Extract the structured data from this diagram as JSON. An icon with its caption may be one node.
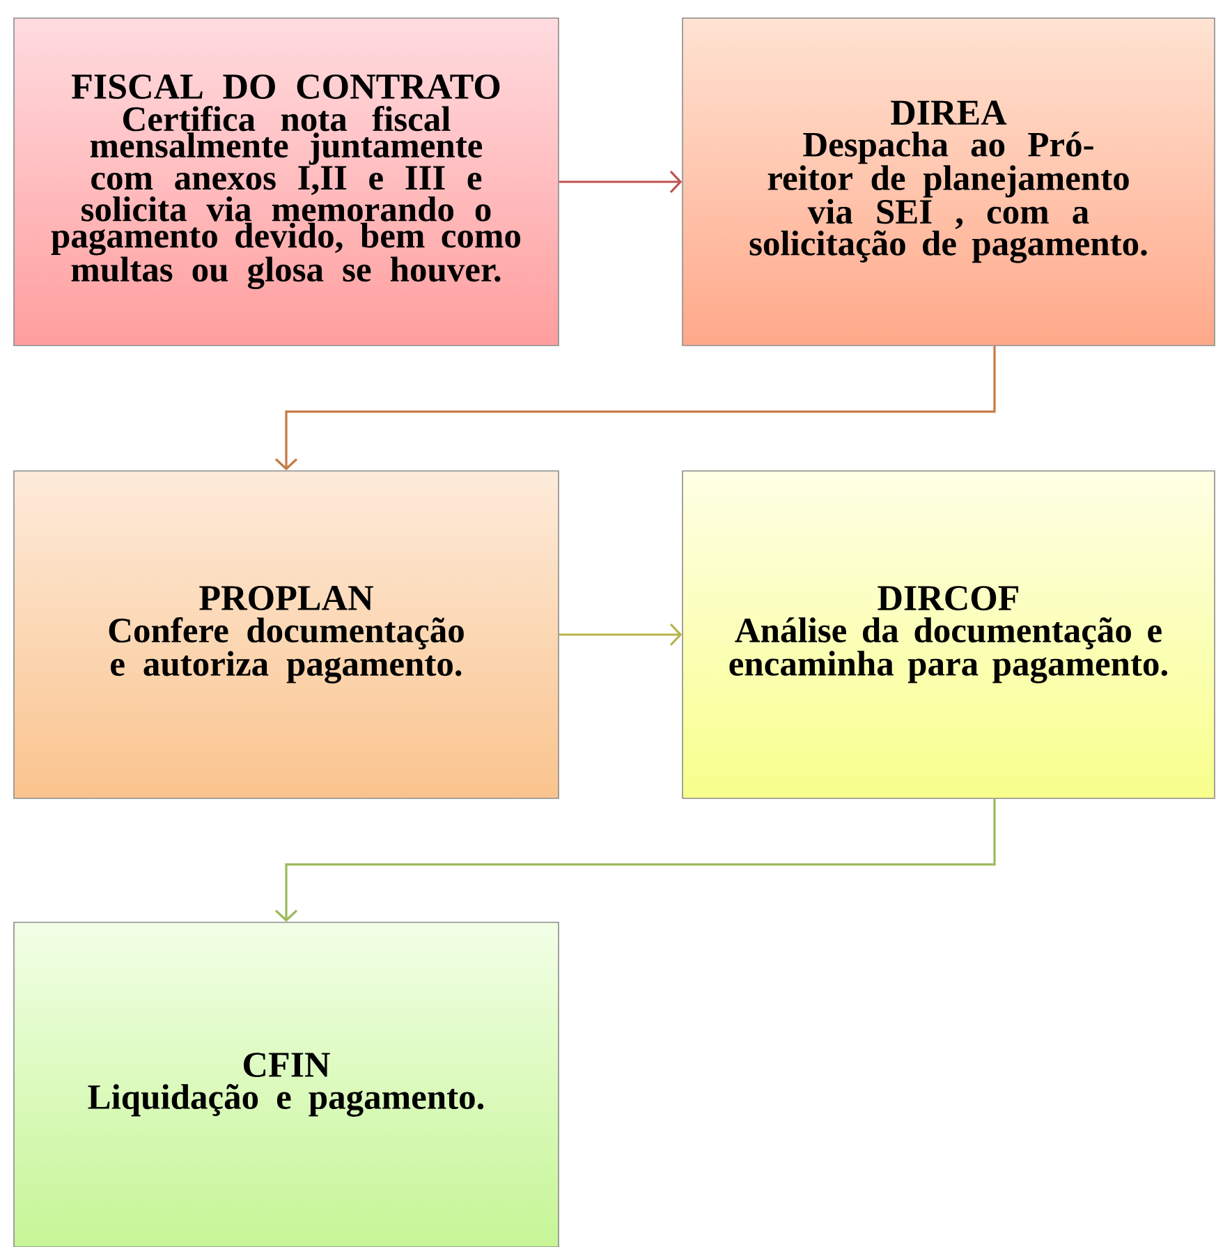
{
  "diagram": {
    "nodes": [
      {
        "text": [
          "FISCAL DO CONTRATO",
          "Certifica nota fiscal mensalmente juntamente com anexos I,II e III e solicita via memorando o pagamento devido, bem como multas ou glosa se houver."
        ]
      },
      {
        "text": [
          "DIREA",
          "Despacha ao Pró-reitor de planejamento via SEI , com a solicitação de pagamento."
        ]
      },
      {
        "text": [
          "PROPLAN",
          "Confere documentação e autoriza pagamento."
        ]
      },
      {
        "text": [
          "DIRCOF",
          "Análise da documentação e encaminha para pagamento."
        ]
      },
      {
        "text": [
          "CFIN",
          "Liquidação e pagamento."
        ]
      }
    ],
    "edges": [
      {
        "from": 0,
        "to": 1,
        "arrow": "to",
        "color": "#c0504d"
      },
      {
        "from": 1,
        "to": 2,
        "arrow": "to",
        "color": "#c47a45"
      },
      {
        "from": 2,
        "to": 3,
        "arrow": "to",
        "color": "#b5b548"
      },
      {
        "from": 3,
        "to": 4,
        "arrow": "to",
        "color": "#9bbb59"
      }
    ]
  }
}
